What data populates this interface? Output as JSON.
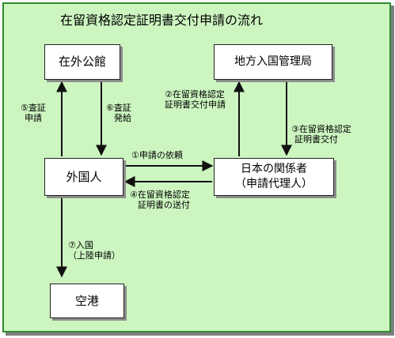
{
  "title": "在留資格認定証明書交付申請の流れ",
  "colors": {
    "background": "#ccf5c0",
    "border": "#2f8a2f",
    "box": "#ffffff",
    "arrow": "#111111"
  },
  "boxes": {
    "embassy": "在外公館",
    "immigration_bureau": "地方入国管理局",
    "foreigner": "外国人",
    "japan_party_line1": "日本の関係者",
    "japan_party_line2": "（申請代理人）",
    "airport": "空港"
  },
  "labels": {
    "step1": "①申請の依頼",
    "step2_line1": "②在留資格認定",
    "step2_line2": "証明書交付申請",
    "step3_line1": "③在留資格認定",
    "step3_line2": "証明書交付",
    "step4_line1": "④在留資格認定",
    "step4_line2": "証明書の送付",
    "step5_line1": "⑤査証",
    "step5_line2": "申請",
    "step6_line1": "⑥査証",
    "step6_line2": "発給",
    "step7_line1": "⑦入国",
    "step7_line2": "（上陸申請）"
  }
}
